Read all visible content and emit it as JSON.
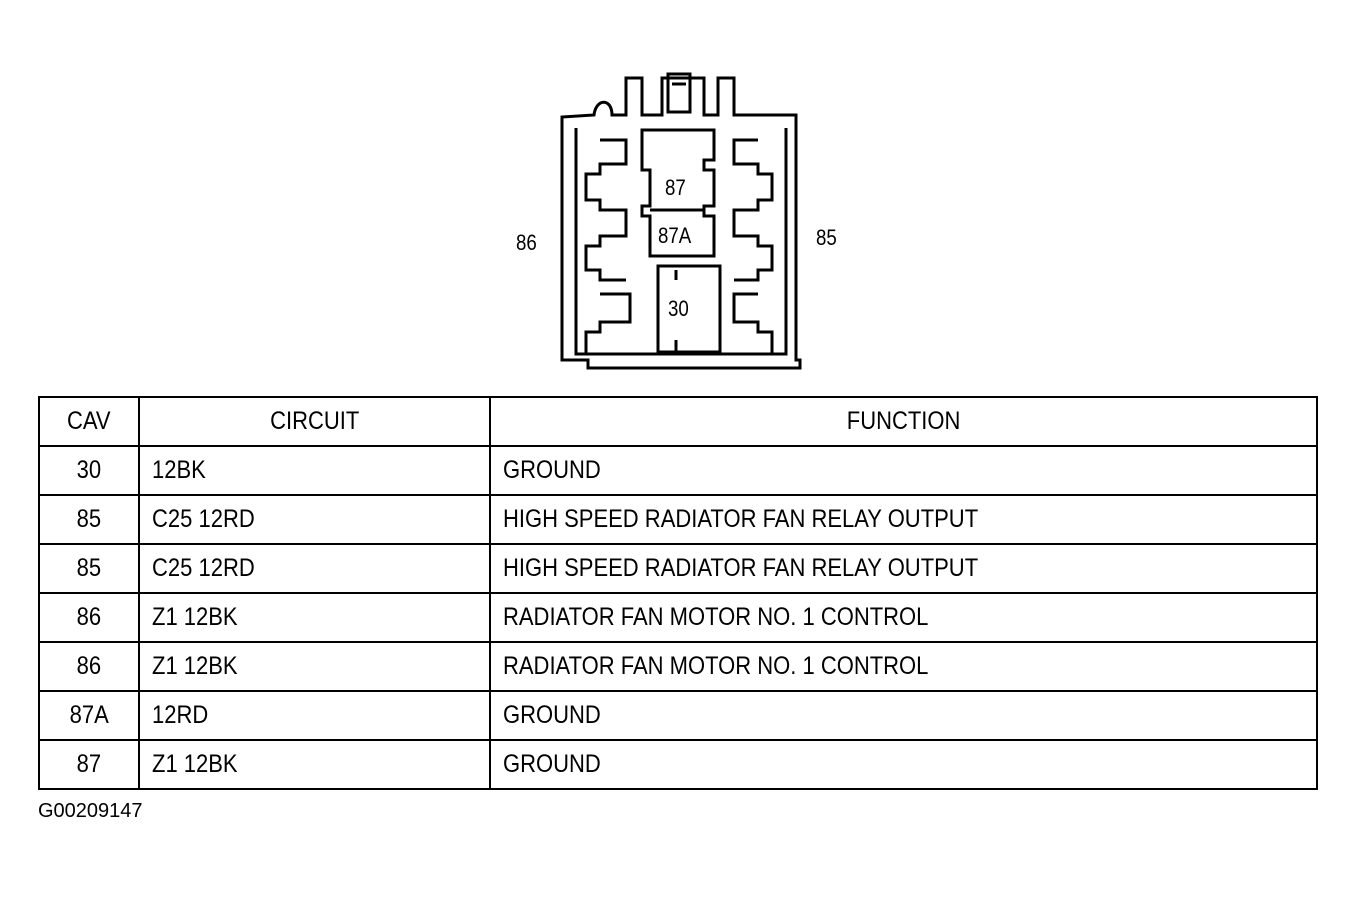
{
  "connector": {
    "side_labels": {
      "left": "86",
      "right": "85"
    },
    "pin_labels": {
      "top": "87",
      "middle": "87A",
      "bottom": "30"
    }
  },
  "table": {
    "headers": [
      "CAV",
      "CIRCUIT",
      "FUNCTION"
    ],
    "rows": [
      {
        "cav": "30",
        "circuit": "12BK",
        "function": "GROUND"
      },
      {
        "cav": "85",
        "circuit": "C25 12RD",
        "function": "HIGH SPEED RADIATOR FAN RELAY OUTPUT"
      },
      {
        "cav": "85",
        "circuit": "C25 12RD",
        "function": "HIGH SPEED RADIATOR FAN RELAY OUTPUT"
      },
      {
        "cav": "86",
        "circuit": "Z1 12BK",
        "function": "RADIATOR FAN MOTOR NO. 1 CONTROL"
      },
      {
        "cav": "86",
        "circuit": "Z1 12BK",
        "function": "RADIATOR FAN MOTOR NO. 1 CONTROL"
      },
      {
        "cav": "87A",
        "circuit": "12RD",
        "function": "GROUND"
      },
      {
        "cav": "87",
        "circuit": "Z1 12BK",
        "function": "GROUND"
      }
    ]
  },
  "figure_id": "G00209147"
}
